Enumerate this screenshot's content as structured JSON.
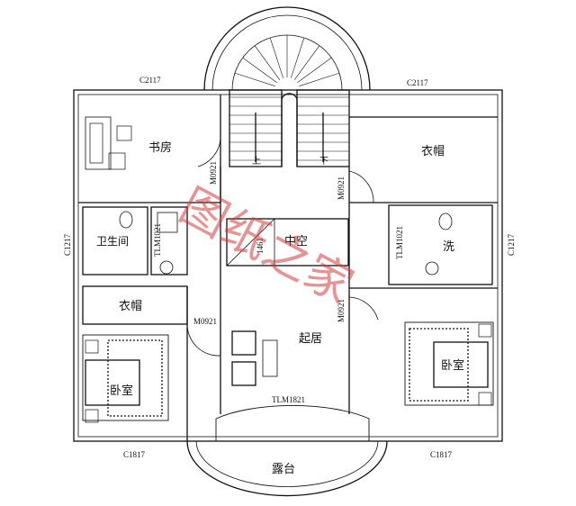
{
  "rooms": {
    "study": "书房",
    "wardrobe_left": "衣帽",
    "wardrobe_right": "衣帽",
    "bathroom_left": "卫生间",
    "bathroom_right": "洗",
    "void": "中空",
    "living": "起居",
    "bedroom_left": "卧室",
    "bedroom_right": "卧室",
    "balcony": "露台"
  },
  "stairs": {
    "up": "上",
    "down": "下"
  },
  "windows": {
    "top_left": "C2117",
    "top_right": "C2117",
    "left": "C1217",
    "right": "C1217",
    "bottom_left": "C1817",
    "bottom_right": "C1817",
    "door_center": "TLM1821",
    "bath_left": "TLM1021",
    "bath_right": "TLM1021",
    "void_mark": "1461"
  },
  "doors": {
    "study": "M0921",
    "wardrobe": "M0921",
    "bedroom_left": "M0921",
    "bedroom_right": "M0921"
  },
  "watermark": "图纸之家",
  "colors": {
    "wall": "#111111",
    "watermark": "#d33a3a"
  }
}
